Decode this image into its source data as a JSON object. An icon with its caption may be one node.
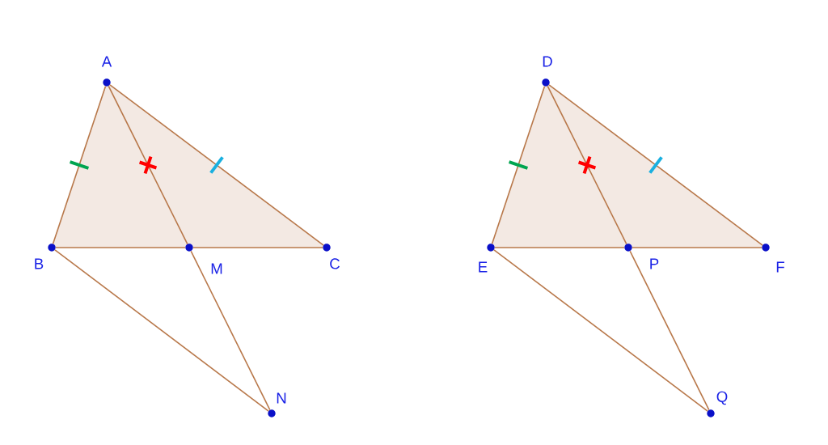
{
  "diagram": {
    "nodes": [
      {
        "text": [
          "A"
        ]
      },
      {
        "text": [
          "B"
        ]
      },
      {
        "text": [
          "C"
        ]
      },
      {
        "text": [
          "M"
        ]
      },
      {
        "text": [
          "N"
        ]
      },
      {
        "text": [
          "D"
        ]
      },
      {
        "text": [
          "E"
        ]
      },
      {
        "text": [
          "F"
        ]
      },
      {
        "text": [
          "P"
        ]
      },
      {
        "text": [
          "Q"
        ]
      }
    ],
    "edges": [
      {
        "from": 0,
        "to": 1,
        "arrow": "none"
      },
      {
        "from": 0,
        "to": 2,
        "arrow": "none"
      },
      {
        "from": 1,
        "to": 3,
        "arrow": "none"
      },
      {
        "from": 3,
        "to": 2,
        "arrow": "none"
      },
      {
        "from": 0,
        "to": 3,
        "arrow": "none"
      },
      {
        "from": 3,
        "to": 4,
        "arrow": "none"
      },
      {
        "from": 1,
        "to": 4,
        "arrow": "none"
      },
      {
        "from": 5,
        "to": 6,
        "arrow": "none"
      },
      {
        "from": 5,
        "to": 7,
        "arrow": "none"
      },
      {
        "from": 6,
        "to": 8,
        "arrow": "none"
      },
      {
        "from": 8,
        "to": 7,
        "arrow": "none"
      },
      {
        "from": 5,
        "to": 8,
        "arrow": "none"
      },
      {
        "from": 8,
        "to": 9,
        "arrow": "none"
      },
      {
        "from": 6,
        "to": 9,
        "arrow": "none"
      }
    ]
  }
}
